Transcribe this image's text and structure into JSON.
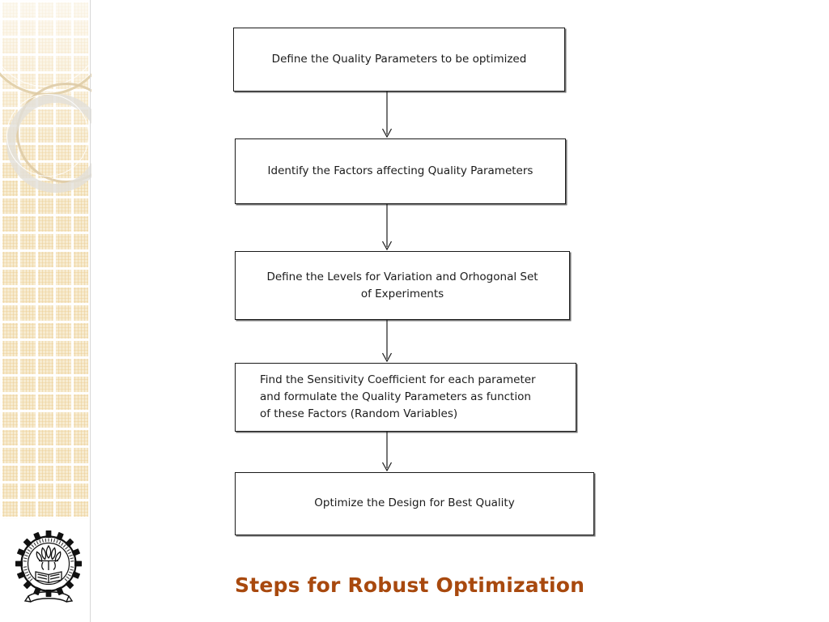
{
  "slide": {
    "title": "Steps for Robust Optimization",
    "title_color": "#a8490e",
    "background_color": "#ffffff"
  },
  "sidebar": {
    "decoration": "tan-grid-with-rings",
    "grid_color": "#f7ebd0",
    "ring_color": "#e2d0aa",
    "logo": {
      "name": "iit-bombay-emblem",
      "outer_text_english": "INDIAN INSTITUTE OF TECHNOLOGY BOMBAY",
      "motto_devanagari": "ज्ञानं परमं ध्येयम्"
    }
  },
  "flowchart": {
    "type": "flowchart",
    "orientation": "vertical",
    "node_border_color": "#1a1a1a",
    "node_fill_color": "#ffffff",
    "connector_color": "#1a1a1a",
    "nodes": [
      {
        "id": "define-quality-parameters",
        "text": "Define the Quality Parameters to be optimized",
        "align": "center"
      },
      {
        "id": "identify-factors",
        "text": "Identify the Factors  affecting Quality Parameters",
        "align": "center"
      },
      {
        "id": "define-levels",
        "text": "Define the Levels for Variation and Orhogonal Set\nof Experiments",
        "align": "center"
      },
      {
        "id": "find-sensitivity-coefficient",
        "text": "Find the Sensitivity Coefficient for each parameter\nand formulate the Quality Parameters as function\nof these Factors (Random Variables)",
        "align": "left"
      },
      {
        "id": "optimize-design",
        "text": "Optimize the Design for Best Quality",
        "align": "center"
      }
    ],
    "connectors": [
      {
        "id": "arrow-1",
        "from": "define-quality-parameters",
        "to": "identify-factors"
      },
      {
        "id": "arrow-2",
        "from": "identify-factors",
        "to": "define-levels"
      },
      {
        "id": "arrow-3",
        "from": "define-levels",
        "to": "find-sensitivity-coefficient"
      },
      {
        "id": "arrow-4",
        "from": "find-sensitivity-coefficient",
        "to": "optimize-design"
      }
    ]
  }
}
